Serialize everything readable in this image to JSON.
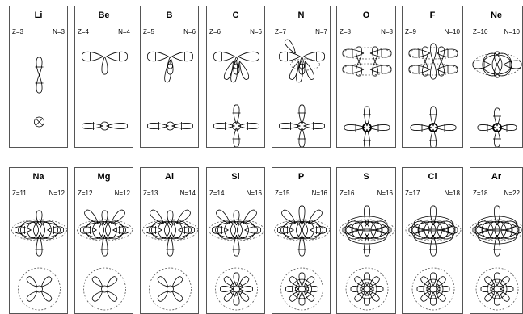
{
  "row1": [
    {
      "symbol": "Li",
      "z": "Z=3",
      "n": "N=3",
      "type": "li"
    },
    {
      "symbol": "Be",
      "z": "Z=4",
      "n": "N=4",
      "type": "tri"
    },
    {
      "symbol": "B",
      "z": "Z=5",
      "n": "N=6",
      "type": "tri"
    },
    {
      "symbol": "C",
      "z": "Z=6",
      "n": "N=6",
      "type": "tri"
    },
    {
      "symbol": "N",
      "z": "Z=7",
      "n": "N=7",
      "type": "tri"
    },
    {
      "symbol": "O",
      "z": "Z=8",
      "n": "N=8",
      "type": "rect"
    },
    {
      "symbol": "F",
      "z": "Z=9",
      "n": "N=10",
      "type": "rect"
    },
    {
      "symbol": "Ne",
      "z": "Z=10",
      "n": "N=10",
      "type": "ball"
    }
  ],
  "row2": [
    {
      "symbol": "Na",
      "z": "Z=11",
      "n": "N=12"
    },
    {
      "symbol": "Mg",
      "z": "Z=12",
      "n": "N=12"
    },
    {
      "symbol": "Al",
      "z": "Z=13",
      "n": "N=14"
    },
    {
      "symbol": "Si",
      "z": "Z=14",
      "n": "N=16"
    },
    {
      "symbol": "P",
      "z": "Z=15",
      "n": "N=16"
    },
    {
      "symbol": "S",
      "z": "Z=16",
      "n": "N=16"
    },
    {
      "symbol": "Cl",
      "z": "Z=17",
      "n": "N=18"
    },
    {
      "symbol": "Ar",
      "z": "Z=18",
      "n": "N=22"
    }
  ]
}
